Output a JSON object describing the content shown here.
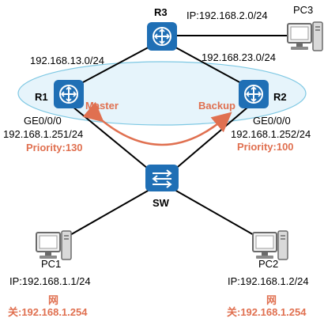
{
  "colors": {
    "router": "#1f6fb5",
    "switch": "#1f6fb5",
    "highlight": "#e07050",
    "ellipse_stroke": "#7ec8e3",
    "ellipse_fill": "#e6f4fb",
    "pc": "#6b6b6b"
  },
  "devices": {
    "r1": {
      "name": "R1",
      "icon": "router-icon"
    },
    "r2": {
      "name": "R2",
      "icon": "router-icon"
    },
    "r3": {
      "name": "R3",
      "icon": "router-icon"
    },
    "sw": {
      "name": "SW",
      "icon": "switch-icon"
    },
    "pc1": {
      "name": "PC1",
      "icon": "pc-icon"
    },
    "pc2": {
      "name": "PC2",
      "icon": "pc-icon"
    },
    "pc3": {
      "name": "PC3",
      "icon": "pc-icon"
    }
  },
  "links": {
    "r3_r1_net": "192.168.13.0/24",
    "r3_r2_net": "192.168.23.0/24",
    "pc3_ip": "IP:192.168.2.0/24"
  },
  "vrrp": {
    "master_label": "Master",
    "backup_label": "Backup",
    "r1_interface": "GE0/0/0",
    "r1_ip": "192.168.1.251/24",
    "r1_priority": "Priority:130",
    "r2_interface": "GE0/0/0",
    "r2_ip": "192.168.1.252/24",
    "r2_priority": "Priority:100"
  },
  "hosts": {
    "pc1_ip": "IP:192.168.1.1/24",
    "pc1_gw_prefix": "网",
    "pc1_gw": "关:192.168.1.254",
    "pc2_ip": "IP:192.168.1.2/24",
    "pc2_gw_prefix": "网",
    "pc2_gw": "关:192.168.1.254"
  }
}
